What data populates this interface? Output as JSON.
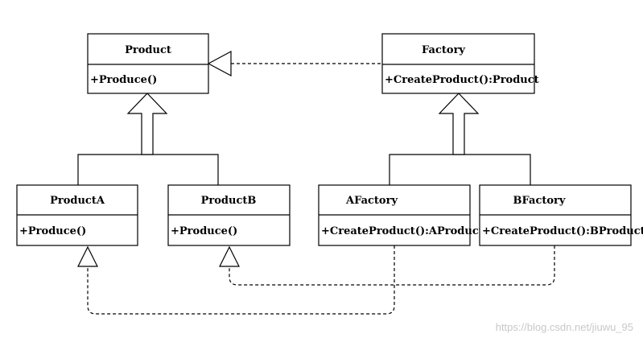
{
  "classes": {
    "product": {
      "name": "Product",
      "member": "+Produce()"
    },
    "factory": {
      "name": "Factory",
      "member": "+CreateProduct():Product"
    },
    "productA": {
      "name": "ProductA",
      "member": "+Produce()"
    },
    "productB": {
      "name": "ProductB",
      "member": "+Produce()"
    },
    "aFactory": {
      "name": "AFactory",
      "member": "+CreateProduct():AProduct"
    },
    "bFactory": {
      "name": "BFactory",
      "member": "+CreateProduct():BProduct"
    }
  },
  "watermark": "https://blog.csdn.net/jiuwu_95",
  "colors": {
    "line": "#000000",
    "background": "#ffffff",
    "watermark": "#c8c8c8"
  }
}
